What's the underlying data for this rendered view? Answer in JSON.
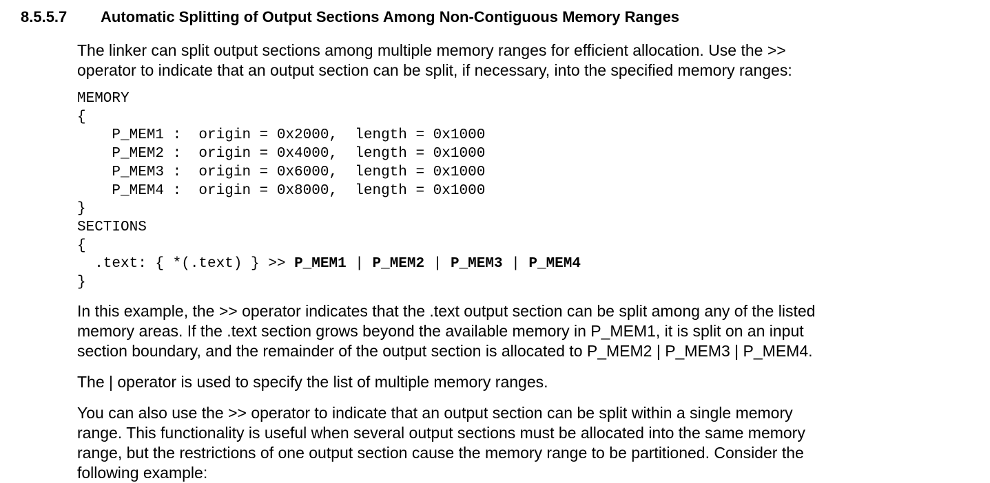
{
  "page": {
    "background_color": "#ffffff",
    "text_color": "#000000"
  },
  "heading": {
    "number": "8.5.5.7",
    "title": "Automatic Splitting of Output Sections Among Non-Contiguous Memory Ranges"
  },
  "paragraphs": [
    {
      "id": "intro",
      "lines": [
        "The linker can split output sections among multiple memory ranges for efficient allocation. Use the >>",
        "operator to indicate that an output section can be split, if necessary, into the specified memory ranges:"
      ]
    },
    {
      "id": "example-explanation",
      "lines": [
        "In this example, the >> operator indicates that the .text output section can be split among any of the listed",
        "memory areas. If the .text section grows beyond the available memory in P_MEM1, it is split on an input",
        "section boundary, and the remainder of the output section is allocated to P_MEM2 | P_MEM3 | P_MEM4."
      ]
    },
    {
      "id": "pipe-operator",
      "lines": [
        "The | operator is used to specify the list of multiple memory ranges."
      ]
    },
    {
      "id": "single-range",
      "lines": [
        "You can also use the >> operator to indicate that an output section can be split within a single memory",
        "range. This functionality is useful when several output sections must be allocated into the same memory",
        "range, but the restrictions of one output section cause the memory range to be partitioned. Consider the",
        "following example:"
      ]
    }
  ],
  "code_block": {
    "lines": [
      [
        {
          "t": "MEMORY",
          "b": false
        }
      ],
      [
        {
          "t": "{",
          "b": false
        }
      ],
      [
        {
          "t": "    P_MEM1 :  origin = 0x2000,  length = 0x1000",
          "b": false
        }
      ],
      [
        {
          "t": "    P_MEM2 :  origin = 0x4000,  length = 0x1000",
          "b": false
        }
      ],
      [
        {
          "t": "    P_MEM3 :  origin = 0x6000,  length = 0x1000",
          "b": false
        }
      ],
      [
        {
          "t": "    P_MEM4 :  origin = 0x8000,  length = 0x1000",
          "b": false
        }
      ],
      [
        {
          "t": "}",
          "b": false
        }
      ],
      [
        {
          "t": "SECTIONS",
          "b": false
        }
      ],
      [
        {
          "t": "{",
          "b": false
        }
      ],
      [
        {
          "t": "  .text: { *(.text) } >> ",
          "b": false
        },
        {
          "t": "P_MEM1",
          "b": true
        },
        {
          "t": " | ",
          "b": false
        },
        {
          "t": "P_MEM2",
          "b": true
        },
        {
          "t": " | ",
          "b": false
        },
        {
          "t": "P_MEM3",
          "b": true
        },
        {
          "t": " | ",
          "b": false
        },
        {
          "t": "P_MEM4",
          "b": true
        }
      ],
      [
        {
          "t": "}",
          "b": false
        }
      ]
    ]
  }
}
